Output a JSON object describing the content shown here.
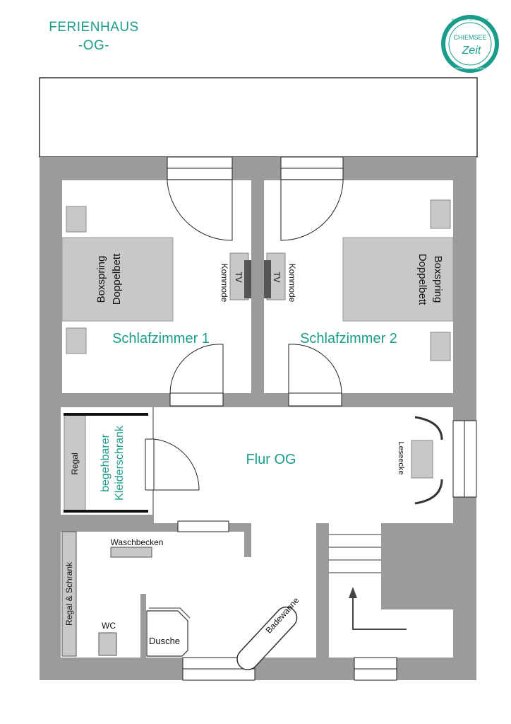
{
  "header": {
    "title": "FERIENHAUS",
    "subtitle": "-OG-"
  },
  "logo": {
    "brand_line1": "CHIEMSEE",
    "brand_line2": "Zeit",
    "ring_text_top": "BRUNSTING AM CHIEMSEE",
    "ring_text_bottom": "FERIENWOHNUNGEN",
    "color": "#1a9c8a"
  },
  "rooms": {
    "bedroom1": "Schlafzimmer 1",
    "bedroom2": "Schlafzimmer 2",
    "hallway": "Flur OG",
    "closet_line1": "begehbarer",
    "closet_line2": "Kleiderschrank"
  },
  "furniture": {
    "bed_line1": "Boxspring",
    "bed_line2": "Doppelbett",
    "dresser": "Kommode",
    "tv": "TV",
    "shelf": "Regal",
    "reading_corner": "Leseecke",
    "sink": "Waschbecken",
    "shelf_cabinet": "Regal & Schrank",
    "wc": "WC",
    "shower": "Dusche",
    "bathtub": "Badewanne"
  },
  "colors": {
    "wall": "#9b9b9b",
    "furniture": "#c8c8c8",
    "accent": "#1a9c8a"
  }
}
